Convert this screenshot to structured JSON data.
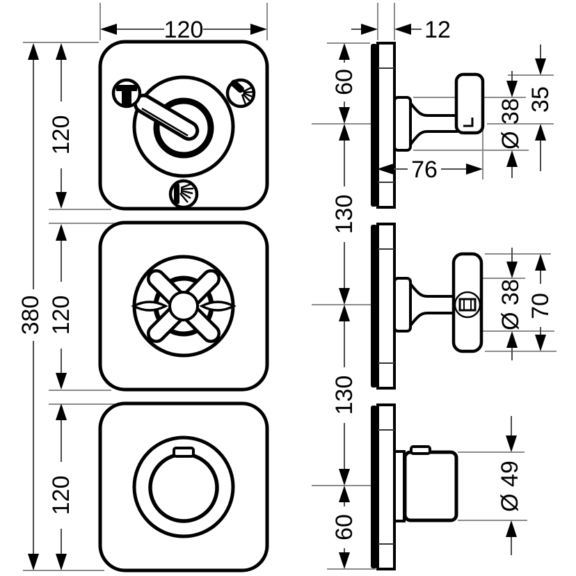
{
  "drawing": {
    "type": "technical-dimension-drawing",
    "subject": "three-module thermostatic shower mixer, front and side views",
    "line_color": "#000000",
    "dimension_color": "#4a4a4a",
    "dims": {
      "front_width": "120",
      "front_total_height": "380",
      "front_module1_height": "120",
      "front_module2_height": "120",
      "front_module3_height": "120",
      "plate_thickness": "12",
      "side_top_to_center1": "60",
      "side_center1_to_center2": "130",
      "side_center2_to_center3": "130",
      "side_center3_to_bottom": "60",
      "lever_projection": "76",
      "lever_top_offset": "35",
      "lever_rosette_diameter": "Ø 38",
      "cross_rosette_diameter": "Ø 38",
      "cross_handle_height": "70",
      "knob_diameter": "Ø 49"
    },
    "icons": {
      "module1_top_left": "overhead-shower",
      "module1_top_right": "hand-shower",
      "module1_bottom": "body-spray"
    }
  }
}
